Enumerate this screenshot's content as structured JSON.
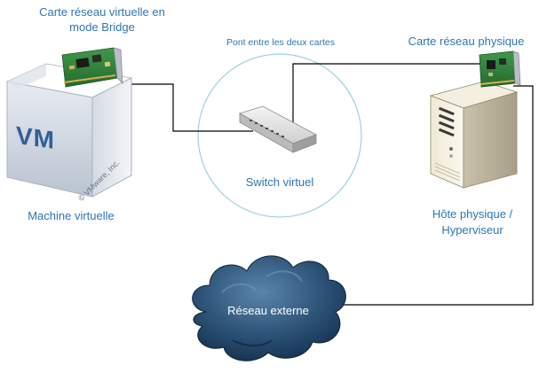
{
  "labels": {
    "vnic_line1": "Carte réseau virtuelle en",
    "vnic_line2": "mode Bridge",
    "bridge": "Pont entre les deux cartes",
    "pnic": "Carte réseau physique",
    "vm": "Machine virtuelle",
    "vswitch": "Switch virtuel",
    "host_line1": "Hôte physique /",
    "host_line2": "Hyperviseur",
    "external": "Réseau externe",
    "vm_logo": "VM",
    "vm_copyright": "© VMware, Inc."
  },
  "colors": {
    "label_blue": "#2e75b6",
    "circle": "#9dd3df",
    "line": "#000000",
    "cloud_dark": "#1b3a5c",
    "cloud_light": "#4a7396"
  }
}
